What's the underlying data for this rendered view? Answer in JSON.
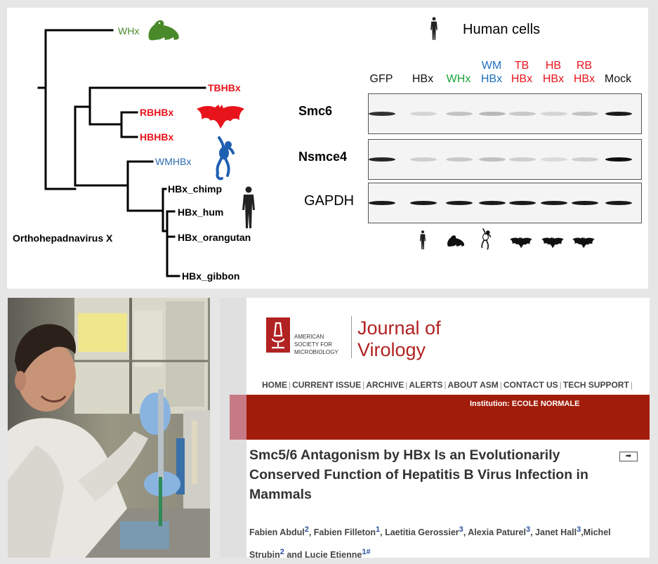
{
  "tree": {
    "caption": "Orthohepadnavirus X",
    "leaves": [
      {
        "label": "WHx",
        "color": "#4a8a2a"
      },
      {
        "label": "TBHBx",
        "color": "#e8141c"
      },
      {
        "label": "RBHBx",
        "color": "#e8141c"
      },
      {
        "label": "HBHBx",
        "color": "#e8141c"
      },
      {
        "label": "WMHBx",
        "color": "#2b6cb0"
      },
      {
        "label": "HBx_chimp",
        "color": "#111111"
      },
      {
        "label": "HBx_hum",
        "color": "#111111"
      },
      {
        "label": "HBx_orangutan",
        "color": "#111111"
      },
      {
        "label": "HBx_gibbon",
        "color": "#111111"
      }
    ],
    "icons": [
      "woodchuck-icon",
      "bat-icon",
      "monkey-icon",
      "human-icon"
    ]
  },
  "blot": {
    "title": "Human cells",
    "lanes": [
      {
        "line1": "",
        "line2": "GFP",
        "color": "#111111"
      },
      {
        "line1": "",
        "line2": "HBx",
        "color": "#111111"
      },
      {
        "line1": "",
        "line2": "WHx",
        "color": "#1aa33a"
      },
      {
        "line1": "WM",
        "line2": "HBx",
        "color": "#1f6fbf"
      },
      {
        "line1": "TB",
        "line2": "HBx",
        "color": "#e8141c"
      },
      {
        "line1": "HB",
        "line2": "HBx",
        "color": "#e8141c"
      },
      {
        "line1": "RB",
        "line2": "HBx",
        "color": "#e8141c"
      },
      {
        "line1": "",
        "line2": "Mock",
        "color": "#111111"
      }
    ],
    "rows": [
      {
        "label": "Smc6",
        "bold": true,
        "intensity": [
          0.85,
          0.12,
          0.2,
          0.25,
          0.18,
          0.12,
          0.2,
          0.95
        ]
      },
      {
        "label": "Nsmce4",
        "bold": true,
        "intensity": [
          0.9,
          0.15,
          0.18,
          0.22,
          0.15,
          0.1,
          0.15,
          1.0
        ]
      },
      {
        "label": "GAPDH",
        "bold": false,
        "intensity": [
          0.95,
          0.95,
          0.95,
          0.95,
          0.95,
          0.95,
          0.95,
          0.95
        ]
      }
    ],
    "species_icons": [
      "human-icon",
      "woodchuck-icon",
      "monkey-icon",
      "bat-icon",
      "bat-icon",
      "bat-icon"
    ]
  },
  "journal": {
    "society_line1": "AMERICAN",
    "society_line2": "SOCIETY FOR",
    "society_line3": "MICROBIOLOGY",
    "name_line1": "Journal of",
    "name_line2": "Virology",
    "nav": [
      "HOME",
      "CURRENT ISSUE",
      "ARCHIVE",
      "ALERTS",
      "ABOUT ASM",
      "CONTACT US",
      "TECH SUPPORT"
    ],
    "institution": "Institution: ECOLE NORMALE",
    "article_title": "Smc5/6 Antagonism by HBx Is an Evolutionarily Conserved Function of Hepatitis B Virus Infection in Mammals",
    "authors": [
      {
        "name": "Fabien Abdul",
        "aff": "2",
        "sep": ", "
      },
      {
        "name": "Fabien Filleton",
        "aff": "1",
        "sep": ", "
      },
      {
        "name": "Laetitia Gerossier",
        "aff": "3",
        "sep": ", "
      },
      {
        "name": "Alexia Paturel",
        "aff": "3",
        "sep": ", "
      },
      {
        "name": "Janet Hall",
        "aff": "3",
        "sep": ","
      },
      {
        "name": "Michel Strubin",
        "aff": "2",
        "sep": " and "
      },
      {
        "name": "Lucie Etienne",
        "aff": "1#",
        "sep": ""
      }
    ],
    "colors": {
      "brand_red": "#b22222",
      "banner": "#a11c0a",
      "accent_pink": "#c77a86"
    }
  }
}
